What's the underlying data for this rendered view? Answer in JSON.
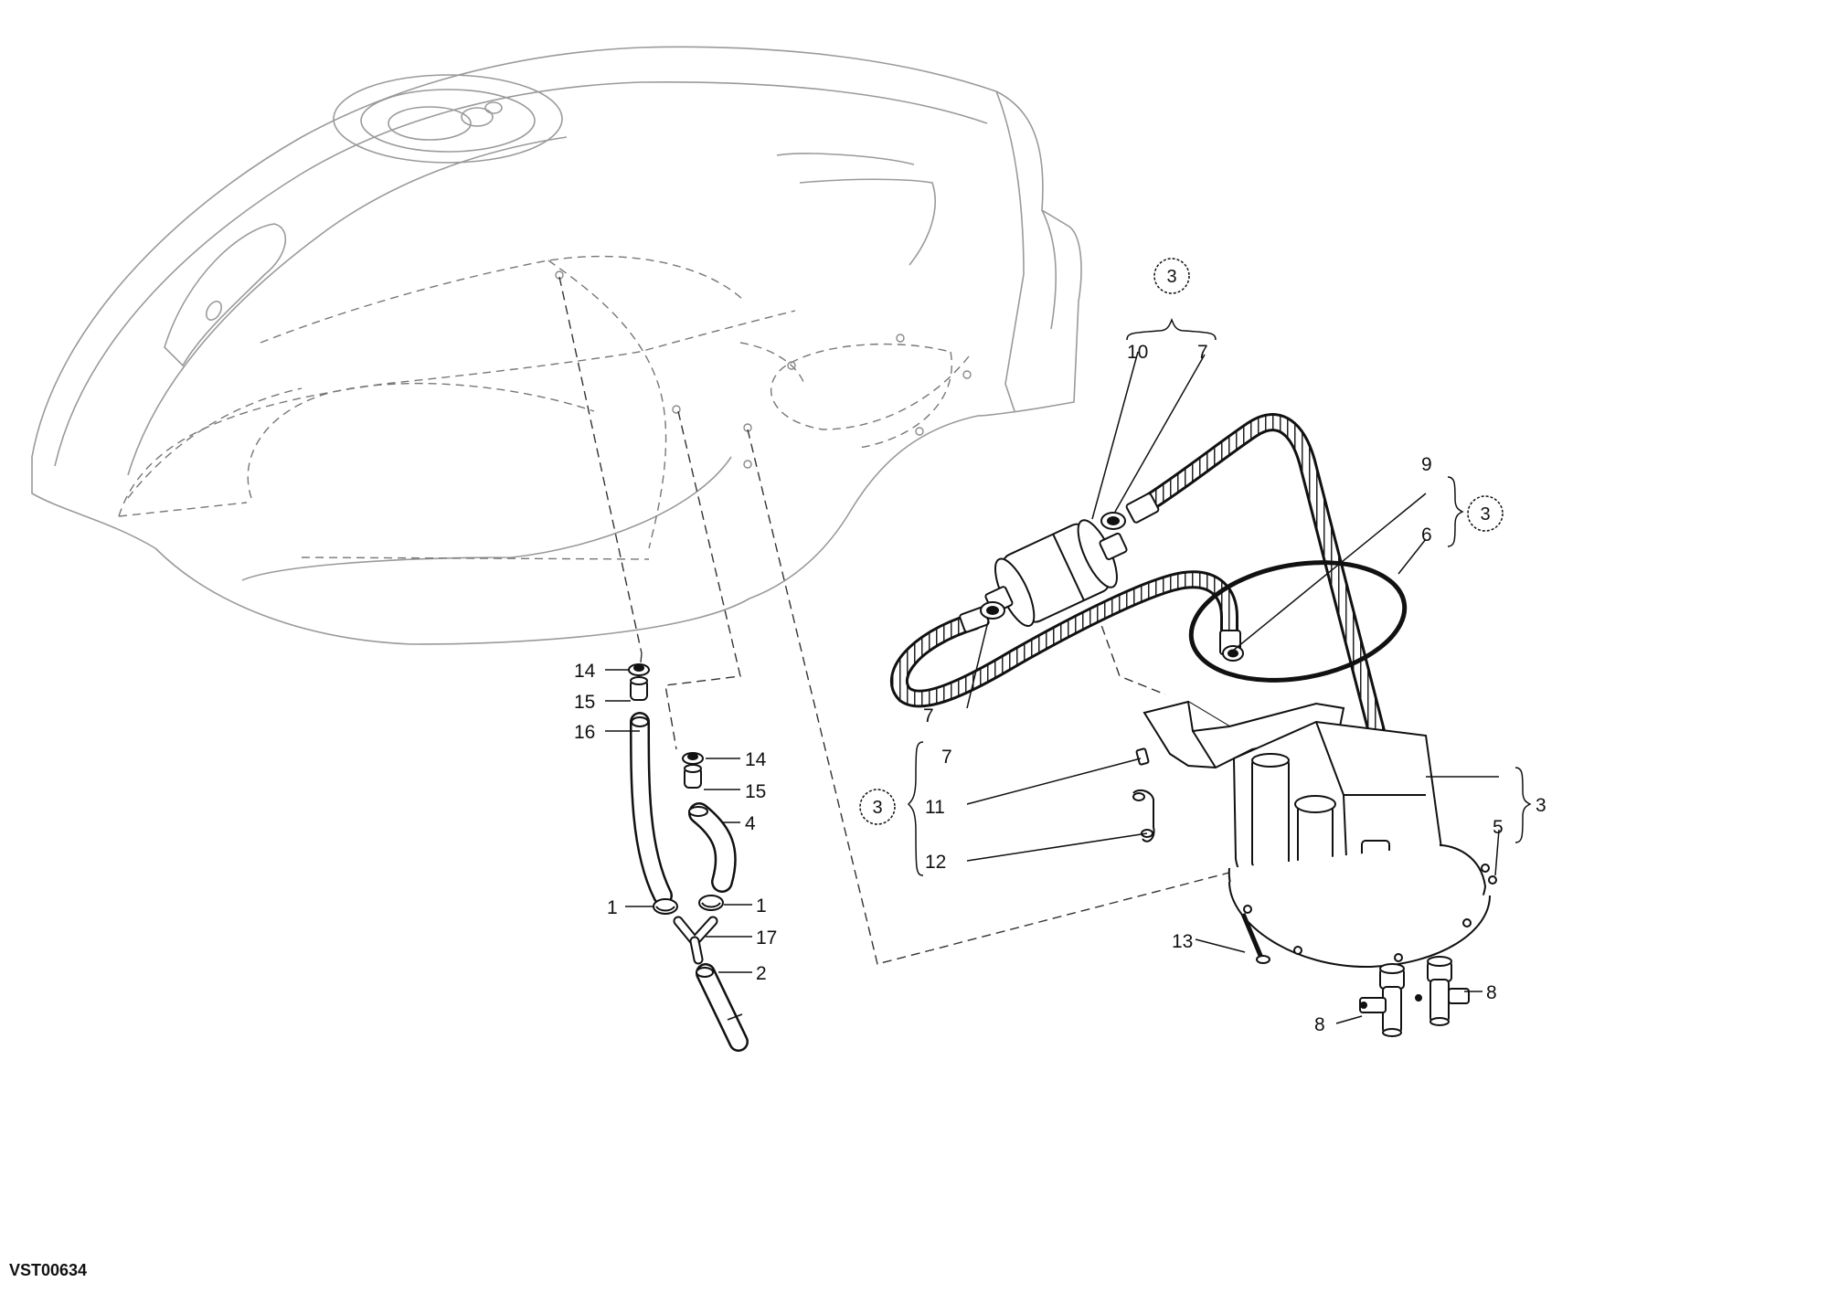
{
  "diagram": {
    "code": "VST00634",
    "ref_circle": "3",
    "callouts": {
      "c1a": "1",
      "c1b": "1",
      "c2": "2",
      "c3": "3",
      "c4": "4",
      "c5": "5",
      "c6": "6",
      "c7a": "7",
      "c7b": "7",
      "c7c": "7",
      "c8a": "8",
      "c8b": "8",
      "c9": "9",
      "c10": "10",
      "c11": "11",
      "c12": "12",
      "c13": "13",
      "c14a": "14",
      "c14b": "14",
      "c15a": "15",
      "c15b": "15",
      "c16": "16",
      "c17": "17"
    }
  }
}
